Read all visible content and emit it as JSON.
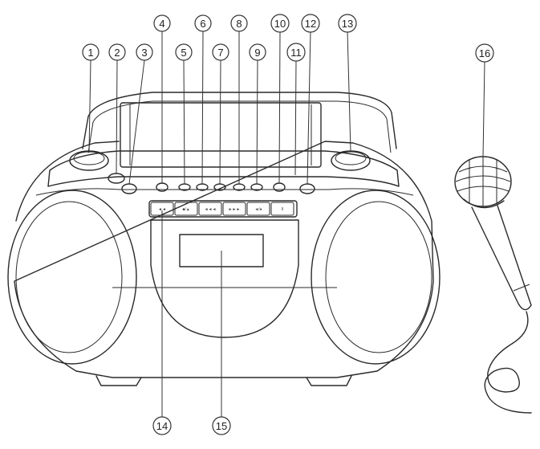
{
  "callouts": [
    "1",
    "2",
    "3",
    "4",
    "5",
    "6",
    "7",
    "8",
    "9",
    "10",
    "11",
    "12",
    "13",
    "14",
    "15",
    "16"
  ],
  "cassette_buttons": [
    "◄◄",
    "■/▲",
    "◄◄◄",
    "►►►",
    "◄/●",
    "II"
  ],
  "colors": {
    "line": "#2a2a2a",
    "background": "#ffffff"
  }
}
